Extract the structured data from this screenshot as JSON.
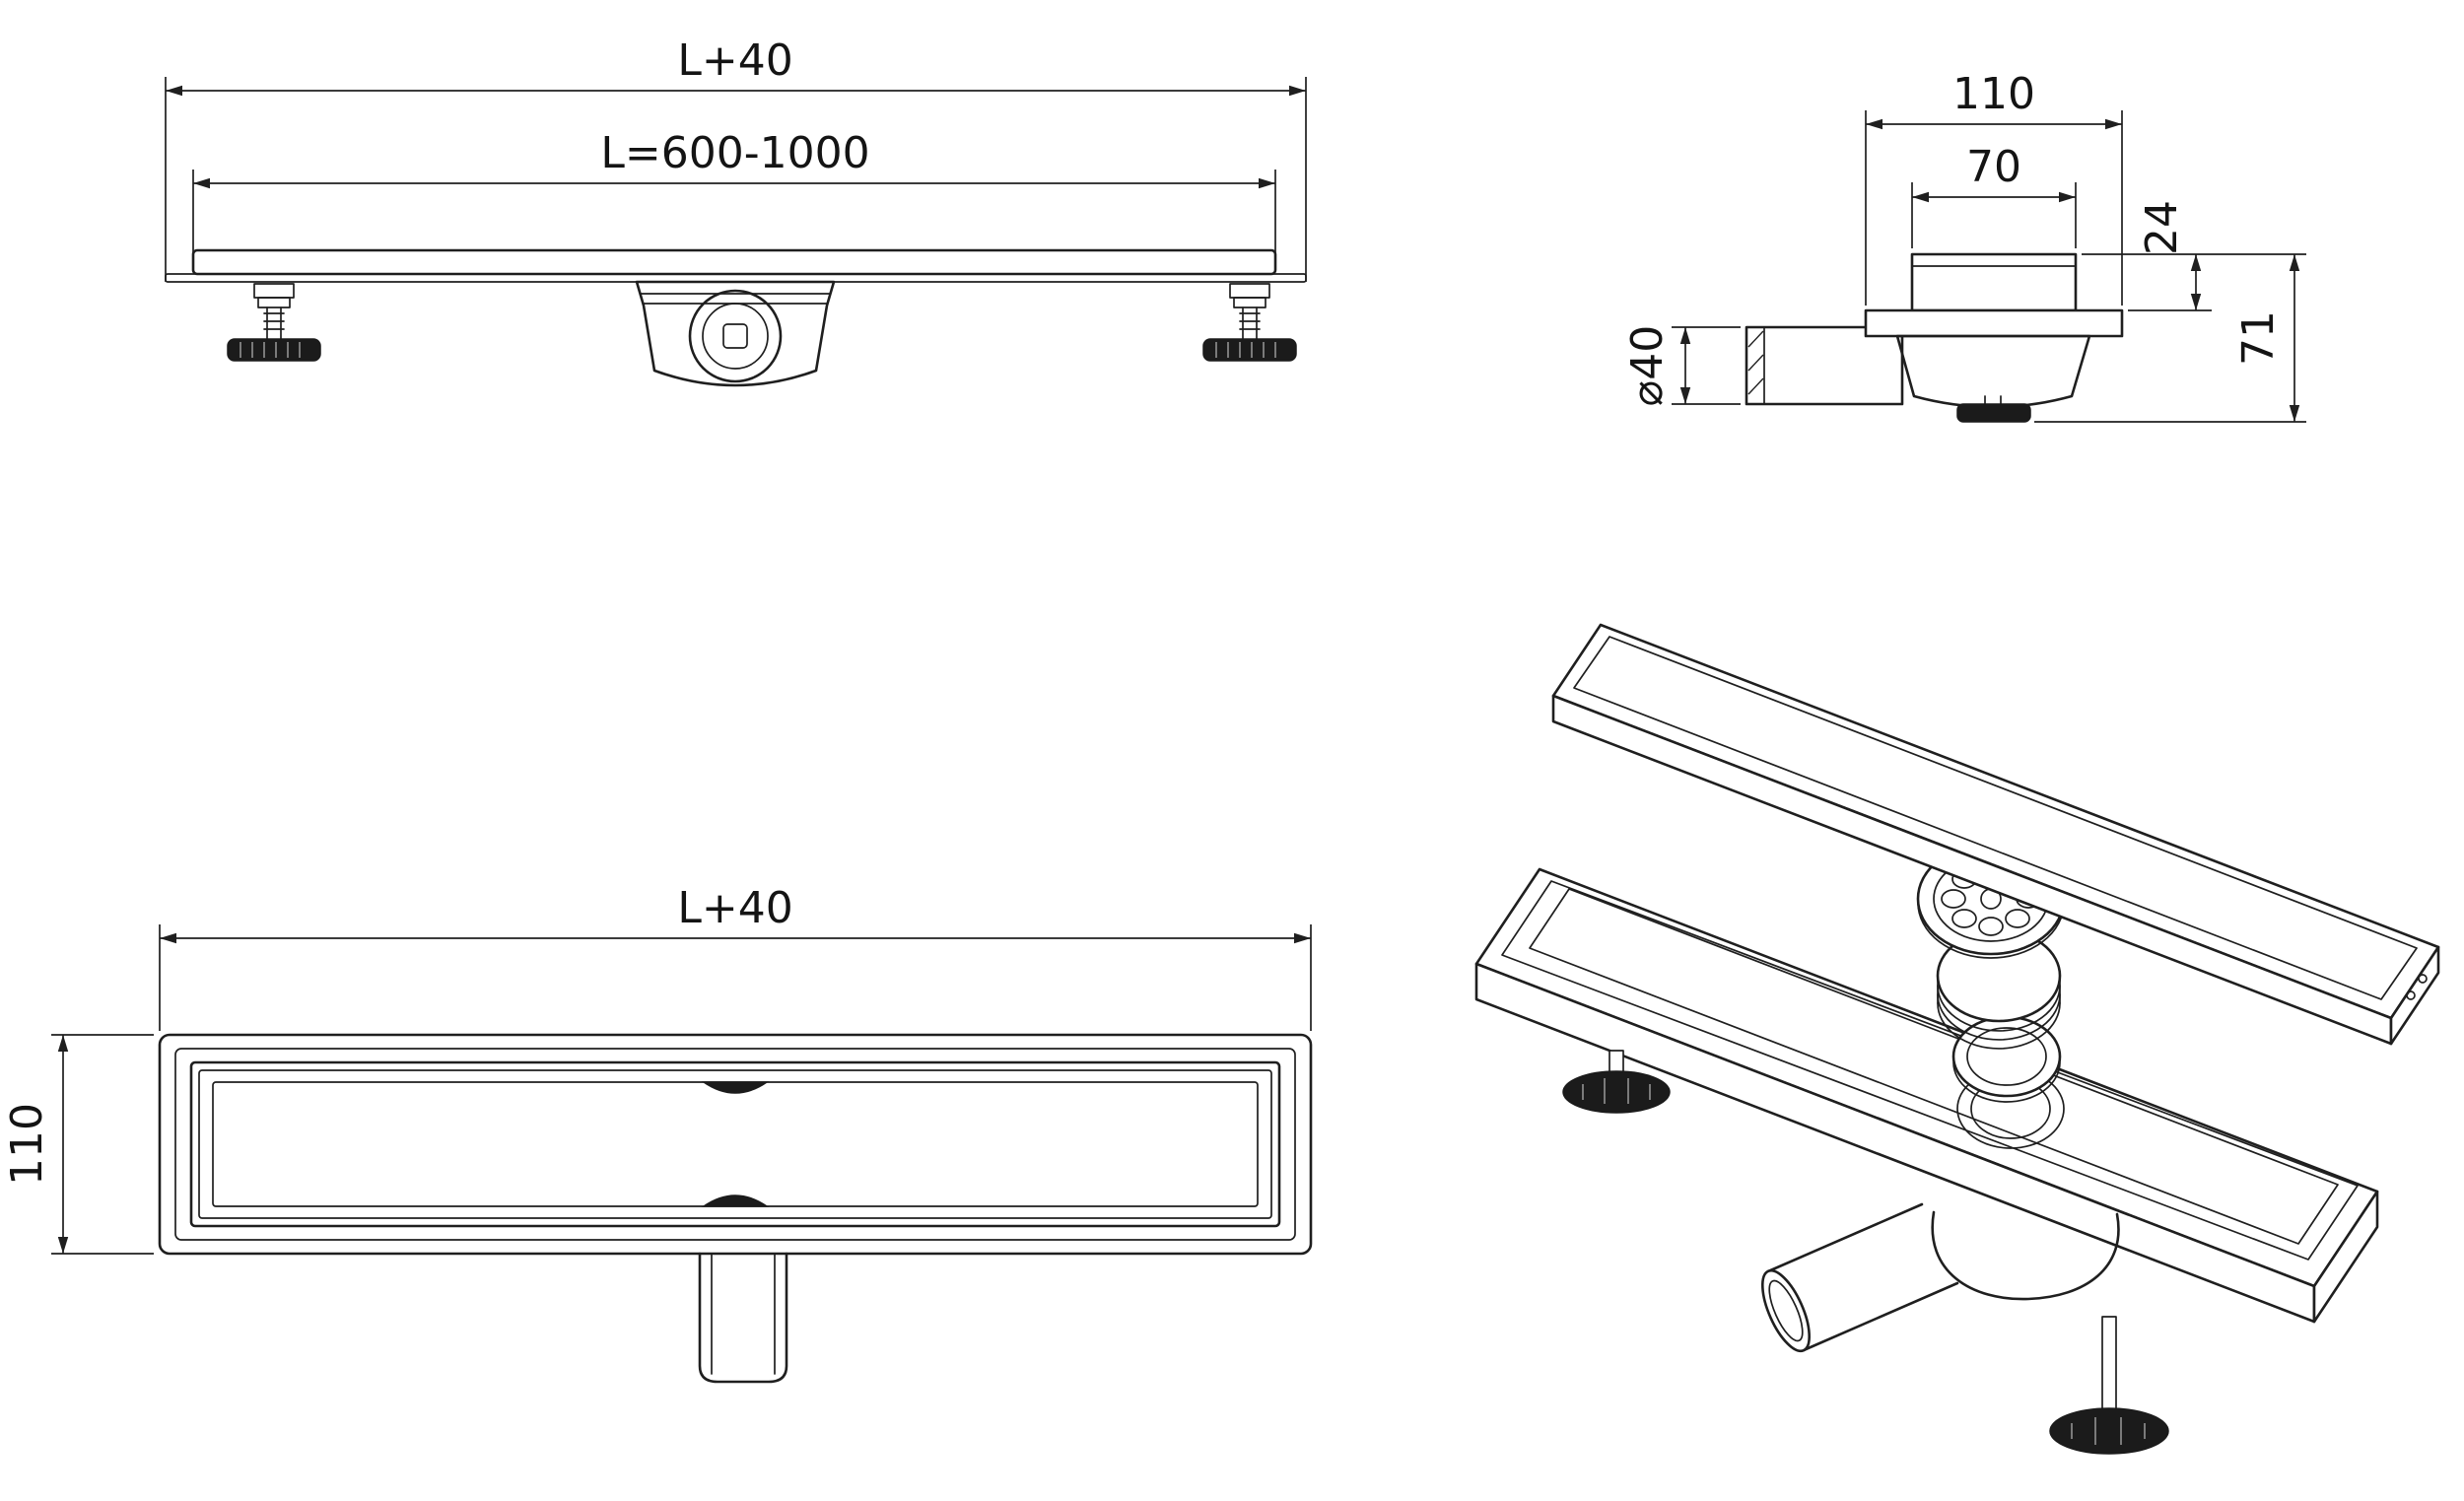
{
  "page": {
    "background": "#ffffff",
    "line_color": "#1f1f1f"
  },
  "views": {
    "elevation": {
      "dim_overall_length": "L+40",
      "dim_channel_length": "L=600-1000"
    },
    "end_view": {
      "dim_body_width": "110",
      "dim_grate_width": "70",
      "dim_grate_height": "24",
      "dim_outlet_diameter": "⌀40",
      "dim_total_height": "71"
    },
    "plan": {
      "dim_overall_length": "L+40",
      "dim_body_width": "110"
    }
  }
}
